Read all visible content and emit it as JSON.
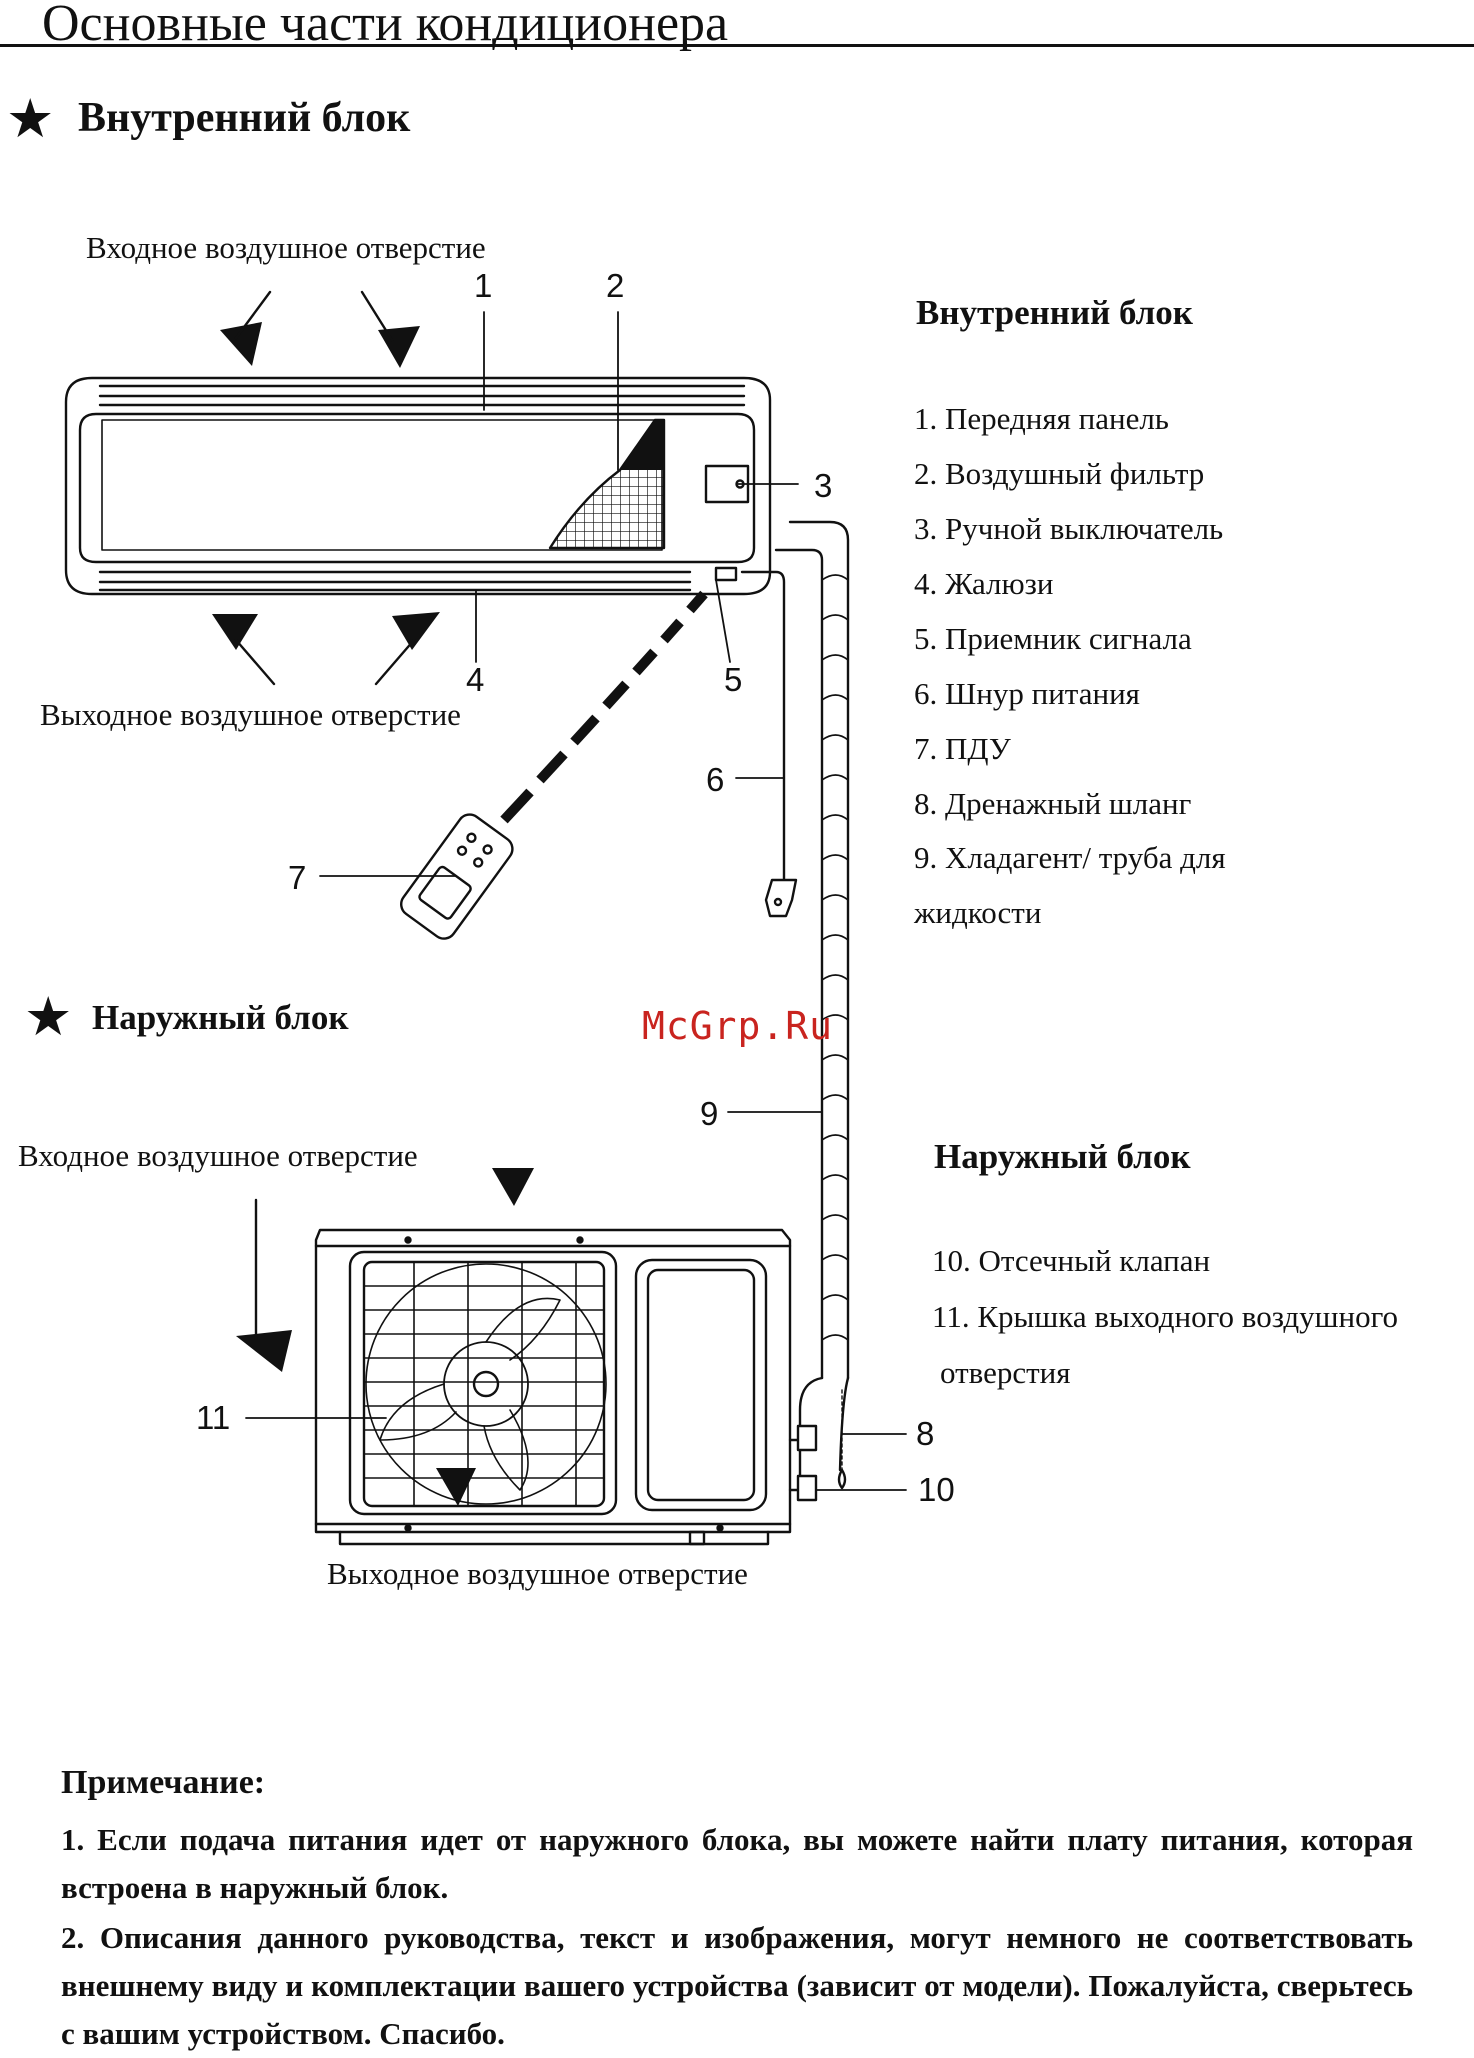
{
  "page": {
    "title": "Основные части кондиционера",
    "watermark": "McGrp.Ru"
  },
  "indoor": {
    "section_title": "Внутренний блок",
    "list_title": "Внутренний блок",
    "inlet_caption": "Входное воздушное отверстие",
    "outlet_caption": "Выходное воздушное отверстие",
    "parts": [
      "1. Передняя панель",
      "2. Воздушный фильтр",
      "3. Ручной выключатель",
      "4. Жалюзи",
      "5. Приемник сигнала",
      "6. Шнур питания",
      "7. ПДУ",
      "8. Дренажный шланг",
      "9. Хладагент/ труба для",
      "жидкости"
    ]
  },
  "outdoor": {
    "section_title": "Наружный блок",
    "list_title": "Наружный блок",
    "inlet_caption": "Входное воздушное отверстие",
    "outlet_caption": "Выходное воздушное отверстие",
    "parts": [
      "10. Отсечный клапан",
      "11. Крышка выходного воздушного",
      "отверстия"
    ]
  },
  "callouts": [
    "1",
    "2",
    "3",
    "4",
    "5",
    "6",
    "7",
    "8",
    "9",
    "10",
    "11"
  ],
  "icons": {
    "bullet": "★"
  },
  "note": {
    "title": "Примечание:",
    "items": [
      "1. Если подача питания идет от наружного блока, вы можете найти плату питания, которая встроена в наружный блок.",
      "2. Описания данного руководства, текст и изображения, могут немного не соответствовать внешнему виду и комплектации вашего устройства (зависит от модели). Пожалуйста, сверьтесь с вашим устройством. Спасибо."
    ]
  }
}
